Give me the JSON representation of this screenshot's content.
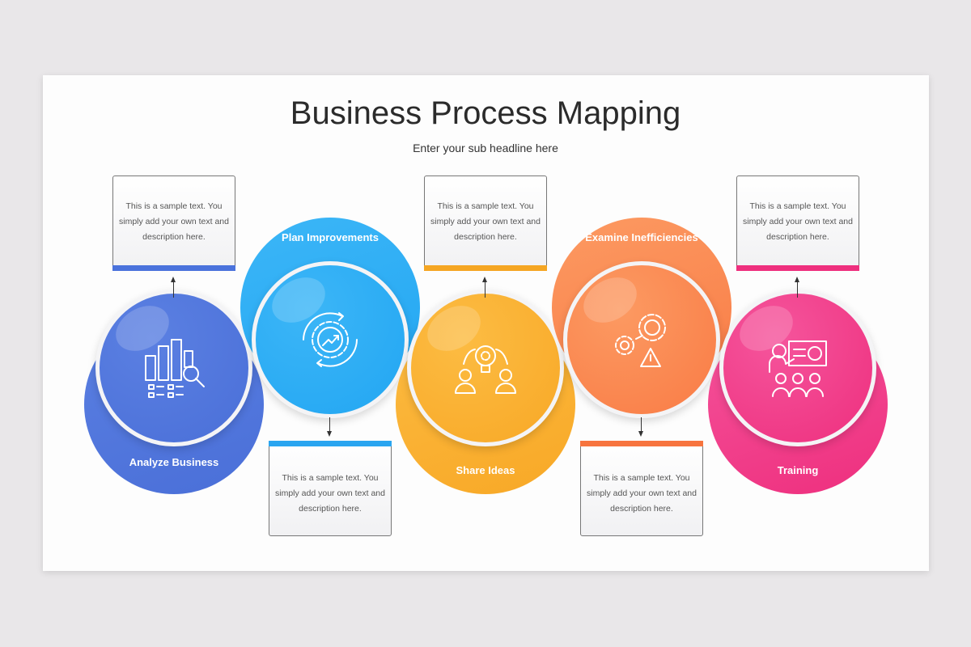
{
  "title": "Business Process Mapping",
  "subtitle": "Enter your sub headline here",
  "steps": [
    {
      "label": "Analyze Business",
      "icon": "bar-chart-magnifier-icon",
      "color": "#5b80e2",
      "dark": "#4a6fd8",
      "accent": "#4a72dc",
      "text": "This is a sample text. You simply add your own text and description here."
    },
    {
      "label": "Plan Improvements",
      "icon": "gear-growth-cycle-icon",
      "color": "#3cb6f7",
      "dark": "#22a6f2",
      "accent": "#2aa5f0",
      "text": "This is a sample text. You simply add your own text and description here."
    },
    {
      "label": "Share Ideas",
      "icon": "people-lightbulb-icon",
      "color": "#fcbc43",
      "dark": "#f8a826",
      "accent": "#f5a623",
      "text": "This is a sample text. You simply add your own text and description here."
    },
    {
      "label": "Examine Inefficiencies",
      "icon": "gears-warning-icon",
      "color": "#fc9a62",
      "dark": "#f97b45",
      "accent": "#f7743e",
      "text": "This is a sample text. You simply add your own text and description here."
    },
    {
      "label": "Training",
      "icon": "presentation-team-icon",
      "color": "#f5559c",
      "dark": "#ee2f7e",
      "accent": "#ee2f7e",
      "text": "This is a sample text. You simply add your own text and description here."
    }
  ]
}
